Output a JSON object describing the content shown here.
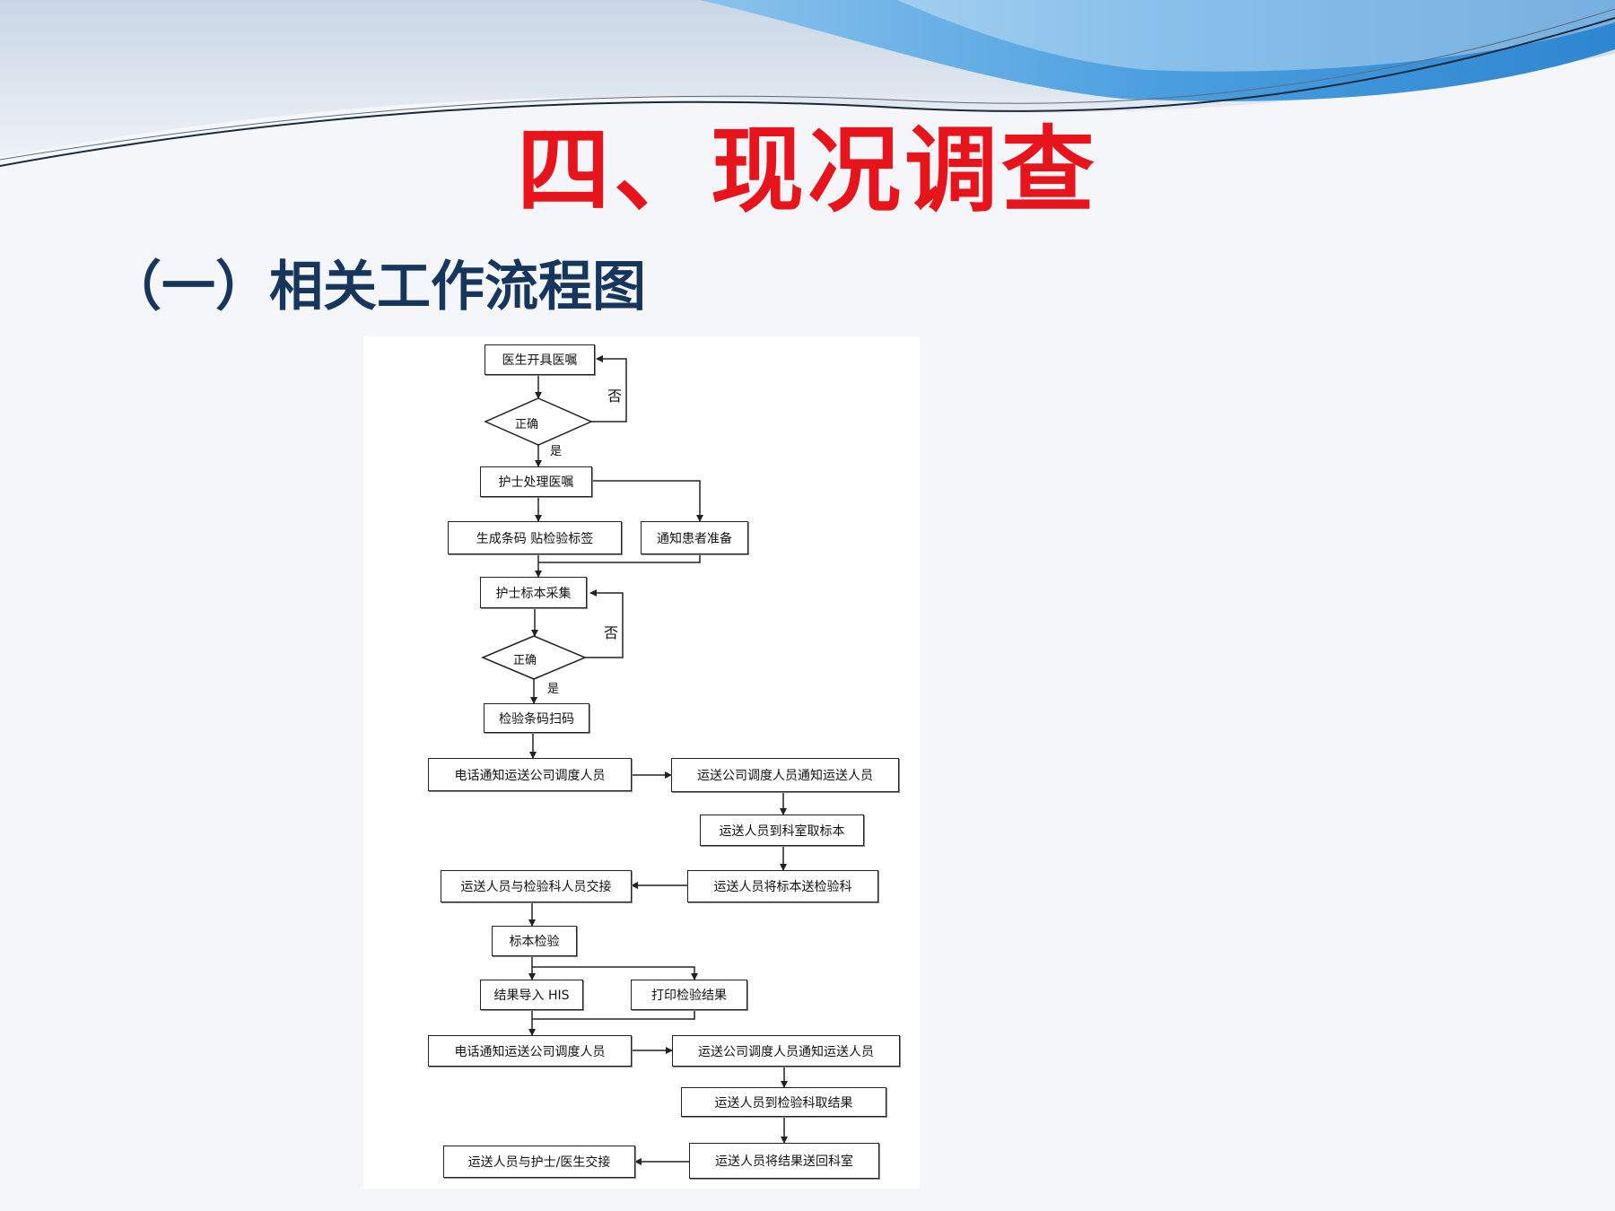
{
  "slide": {
    "title": "四、现况调查",
    "subtitle": "（一）相关工作流程图",
    "colors": {
      "title": "#e8141b",
      "subtitle": "#17365d",
      "banner": "#5aa8e0"
    }
  },
  "flowchart": {
    "nodes": {
      "n1": "医生开具医嘱",
      "d1": "正确",
      "n2": "护士处理医嘱",
      "n3": "生成条码 贴检验标签",
      "n4": "通知患者准备",
      "n5": "护士标本采集",
      "d2": "正确",
      "n6": "检验条码扫码",
      "n7": "电话通知运送公司调度人员",
      "n8": "运送公司调度人员通知运送人员",
      "n9": "运送人员到科室取标本",
      "n10": "运送人员将标本送检验科",
      "n11": "运送人员与检验科人员交接",
      "n12": "标本检验",
      "n13": "结果导入 HIS",
      "n14": "打印检验结果",
      "n15": "电话通知运送公司调度人员",
      "n16": "运送公司调度人员通知运送人员",
      "n17": "运送人员到检验科取结果",
      "n18": "运送人员将结果送回科室",
      "n19": "运送人员与护士/医生交接"
    },
    "edge_labels": {
      "no1": "否",
      "yes1": "是",
      "no2": "否",
      "yes2": "是"
    }
  }
}
